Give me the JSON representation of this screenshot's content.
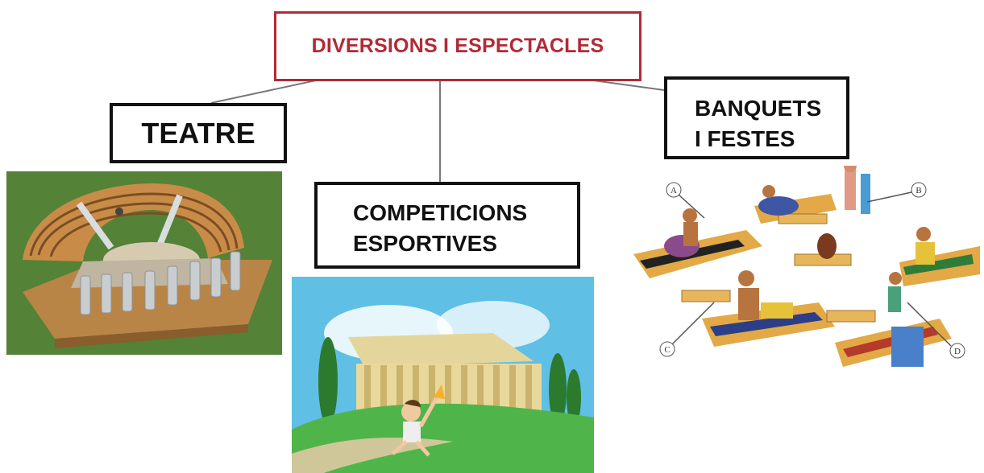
{
  "diagram": {
    "root": {
      "label": "DIVERSIONS I ESPECTACLES",
      "color": "#b22a35"
    },
    "branches": [
      {
        "label": "TEATRE"
      },
      {
        "label_lines": [
          "COMPETICIONS",
          "ESPORTIVES"
        ]
      },
      {
        "label_lines": [
          "BANQUETS",
          "I FESTES"
        ]
      }
    ],
    "banquet_markers": [
      "A",
      "B",
      "C",
      "D"
    ]
  }
}
